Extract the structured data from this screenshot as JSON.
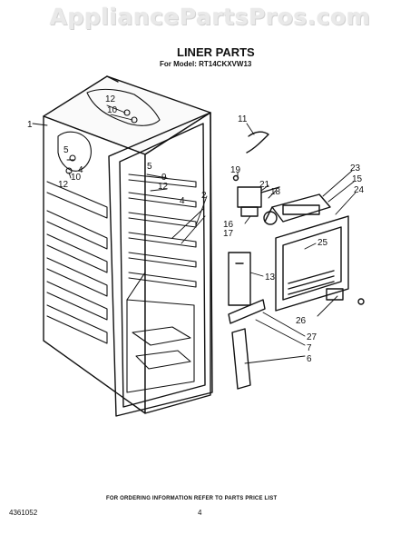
{
  "watermark": "AppliancePartsPros.com",
  "title": "LINER PARTS",
  "subtitle": "For Model: RT14CKXVW13",
  "footer_note": "FOR ORDERING INFORMATION REFER TO PARTS PRICE LIST",
  "doc_number": "4361052",
  "page_number": "4",
  "callouts": {
    "c1": "1",
    "c2": "2",
    "c4a": "4",
    "c4b": "4",
    "c5a": "5",
    "c5b": "5",
    "c6": "6",
    "c7": "7",
    "c9": "9",
    "c10a": "10",
    "c10b": "10",
    "c11": "11",
    "c12a": "12",
    "c12b": "12",
    "c12c": "12",
    "c13": "13",
    "c15": "15",
    "c16": "16",
    "c17": "17",
    "c18": "18",
    "c19": "19",
    "c21": "21",
    "c23": "23",
    "c24": "24",
    "c25": "25",
    "c26": "26",
    "c27": "27"
  }
}
